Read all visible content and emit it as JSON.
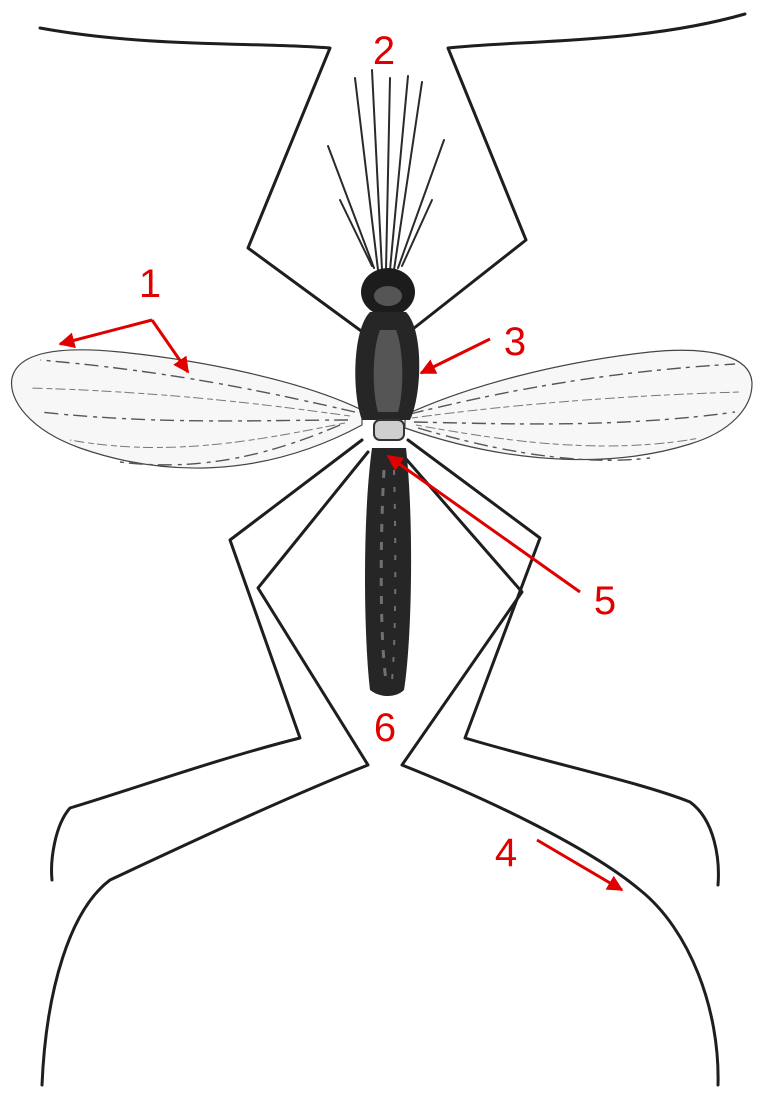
{
  "labels": {
    "wing": "1",
    "antennae": "2",
    "thorax": "3",
    "leg": "4",
    "waist": "5",
    "abdomen": "6"
  },
  "colors": {
    "label": "#e00000",
    "ink": "#1e1e1e"
  }
}
